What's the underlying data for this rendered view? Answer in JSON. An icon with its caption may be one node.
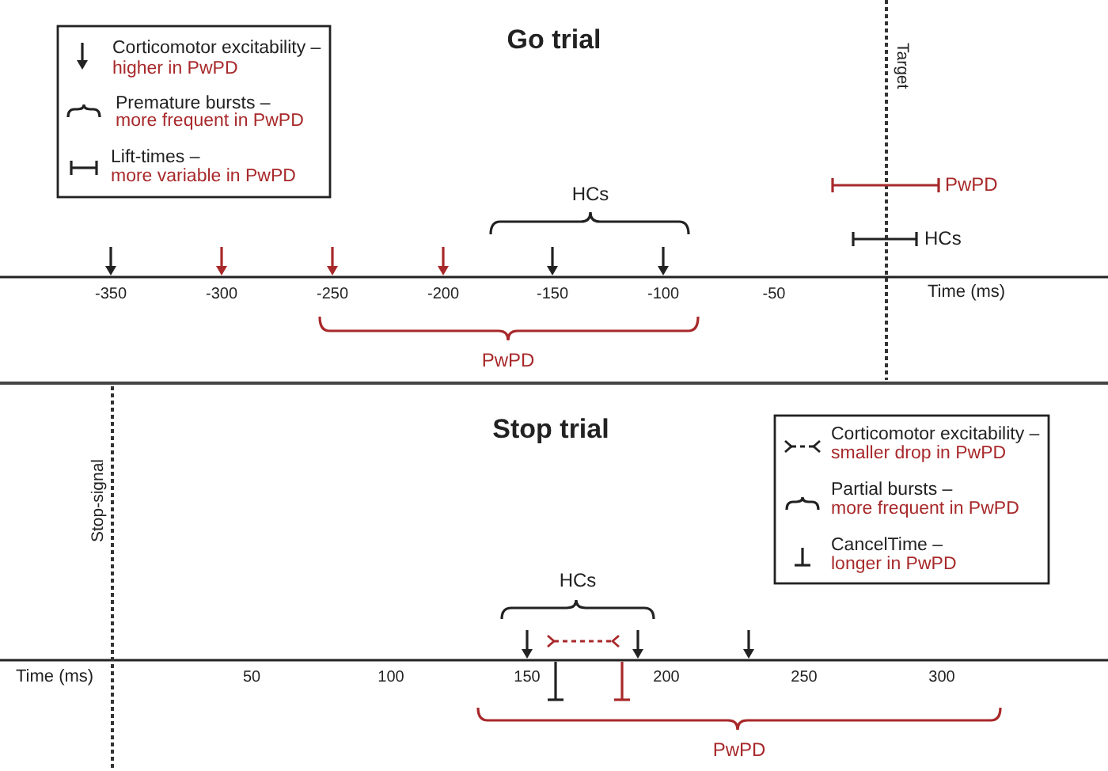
{
  "diagram": {
    "labels": [
      "Go trial",
      "higher in PwPD",
      "more frequent in PwPD",
      "more variable in PwPD",
      "Target",
      "PwPD",
      "HCs",
      "HCs",
      "-350",
      "-300",
      "-250",
      "-200",
      "-150",
      "-100",
      "-50",
      "Time (ms)",
      "PwPD",
      "Stop-signal",
      "Stop trial",
      "smaller drop in PwPD",
      "more frequent in PwPD",
      "longer in PwPD",
      "HCs",
      "Time (ms)",
      "50",
      "100",
      "150",
      "200",
      "250",
      "300",
      "PwPD"
    ],
    "legend": [
      {
        "text": "Corticomotor excitability –"
      },
      {
        "text": "Premature bursts –"
      },
      {
        "text": "Lift-times –"
      },
      {
        "text": "Corticomotor excitability –"
      },
      {
        "text": "Partial bursts –"
      },
      {
        "text": "CancelTime –"
      }
    ]
  }
}
